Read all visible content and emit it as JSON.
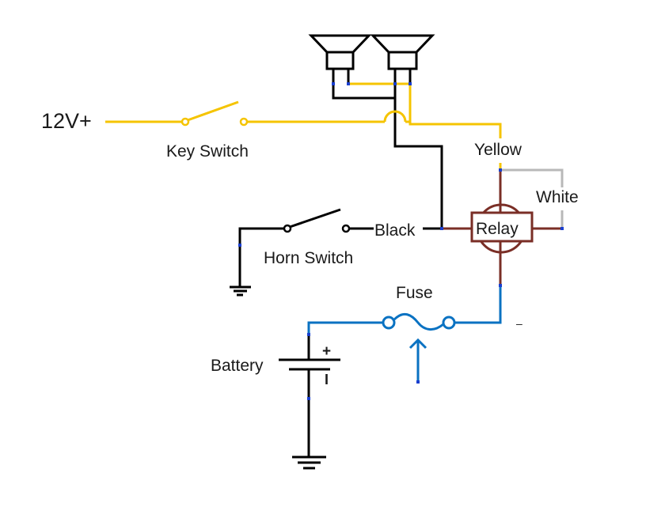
{
  "diagram": {
    "type": "horn relay wiring schematic",
    "colors": {
      "yellow_wire": "#f5c400",
      "black_wire": "#000000",
      "relay_wire": "#7a2e26",
      "blue_wire": "#0a72c2",
      "white_wire": "#b8b8b8"
    },
    "labels": {
      "supply": "12V+",
      "key_switch": "Key Switch",
      "yellow": "Yellow",
      "white": "White",
      "relay": "Relay",
      "black": "Black",
      "horn_switch": "Horn Switch",
      "fuse": "Fuse",
      "battery": "Battery",
      "battery_plus": "+",
      "battery_minus": "I",
      "minus_mark": "–"
    },
    "components": [
      {
        "id": "horn-1",
        "kind": "speaker"
      },
      {
        "id": "horn-2",
        "kind": "speaker"
      },
      {
        "id": "key-switch",
        "kind": "switch"
      },
      {
        "id": "horn-switch",
        "kind": "switch"
      },
      {
        "id": "relay",
        "kind": "relay"
      },
      {
        "id": "fuse",
        "kind": "fuse"
      },
      {
        "id": "battery",
        "kind": "battery"
      },
      {
        "id": "ground-1",
        "kind": "ground"
      },
      {
        "id": "ground-2",
        "kind": "ground"
      }
    ]
  }
}
